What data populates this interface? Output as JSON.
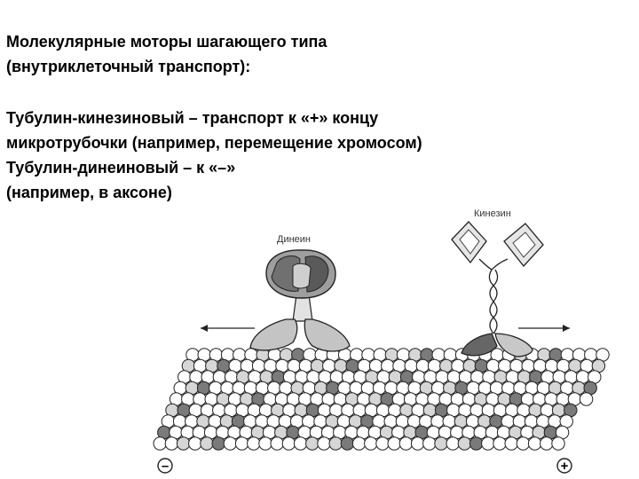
{
  "slide": {
    "title_lines": [
      "Молекулярные моторы шагающего типа",
      "(внутриклеточный транспорт):"
    ],
    "body_lines": [
      "Тубулин-кинезиновый – транспорт к «+» концу",
      "микротрубочки (например, перемещение хромосом)",
      "Тубулин-динеиновый – к «–»",
      "(например, в аксоне)"
    ]
  },
  "figure": {
    "dynein_label": "Динеин",
    "kinesin_label": "Кинезин",
    "minus_end_label": "–",
    "plus_end_label": "+",
    "colors": {
      "tubulin_white": "#ffffff",
      "tubulin_light": "#d6d6d6",
      "tubulin_dark": "#7a7a7a",
      "motor_dark": "#666666",
      "motor_light": "#bdbdbd"
    }
  }
}
